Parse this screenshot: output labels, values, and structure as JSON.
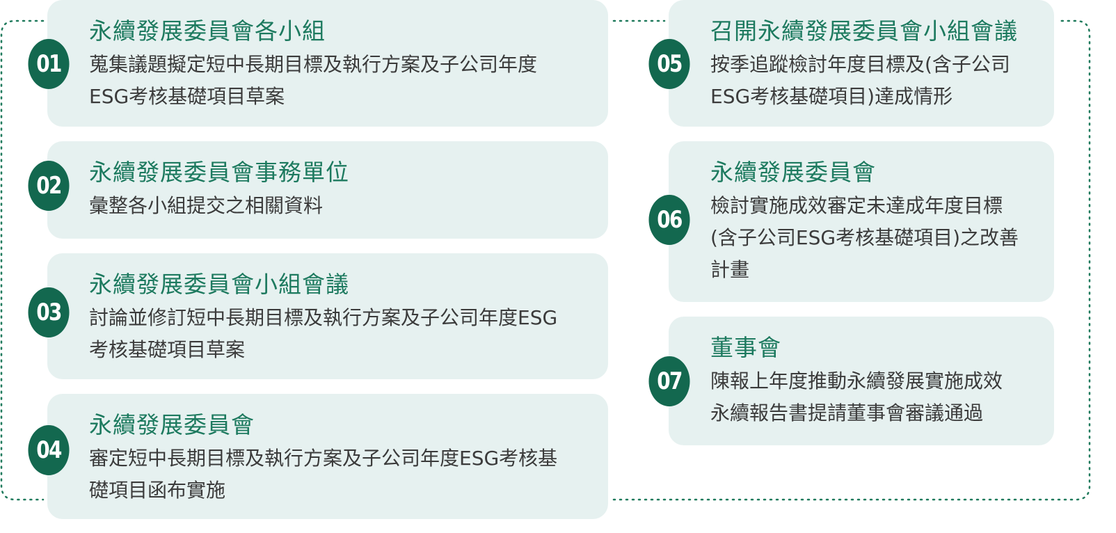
{
  "colors": {
    "card_background": "#e6f1f0",
    "badge": "#13684f",
    "title": "#1d7a5f",
    "text": "#3b3b3b",
    "connector": "#1f7a5c"
  },
  "steps": [
    {
      "number": "01",
      "title": "永續發展委員會各小組",
      "description": [
        "蒐集議題擬定短中長期目標及執行方案及子公司年度",
        "ESG考核基礎項目草案"
      ]
    },
    {
      "number": "02",
      "title": "永續發展委員會事務單位",
      "description": [
        "彙整各小組提交之相關資料"
      ]
    },
    {
      "number": "03",
      "title": "永續發展委員會小組會議",
      "description": [
        "討論並修訂短中長期目標及執行方案及子公司年度ESG",
        "考核基礎項目草案"
      ]
    },
    {
      "number": "04",
      "title": "永續發展委員會",
      "description": [
        "審定短中長期目標及執行方案及子公司年度ESG考核基",
        "礎項目函布實施"
      ]
    },
    {
      "number": "05",
      "title": "召開永續發展委員會小組會議",
      "description": [
        "按季追蹤檢討年度目標及(含子公司",
        "ESG考核基礎項目)達成情形"
      ]
    },
    {
      "number": "06",
      "title": "永續發展委員會",
      "description": [
        "檢討實施成效審定未達成年度目標",
        "(含子公司ESG考核基礎項目)之改善",
        "計畫"
      ]
    },
    {
      "number": "07",
      "title": "董事會",
      "description": [
        "陳報上年度推動永續發展實施成效",
        "永續報告書提請董事會審議通過"
      ]
    }
  ]
}
